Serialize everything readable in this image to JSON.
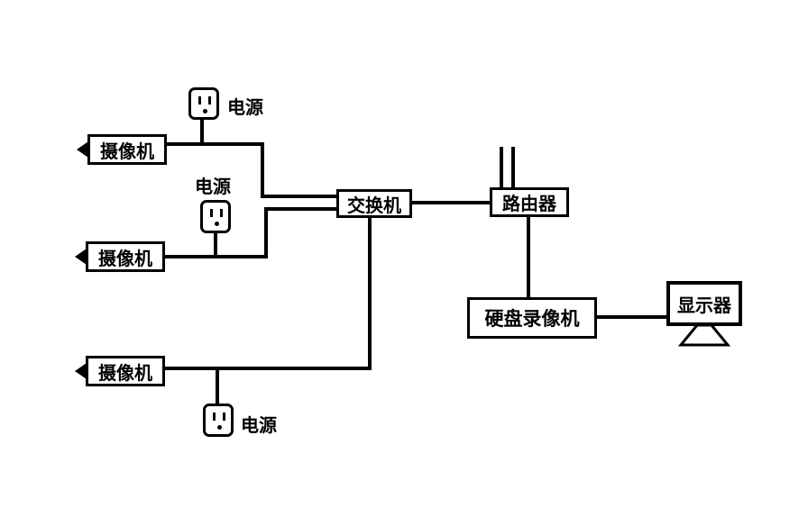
{
  "diagram": {
    "cameras": [
      {
        "label": "摄像机"
      },
      {
        "label": "摄像机"
      },
      {
        "label": "摄像机"
      }
    ],
    "power_supplies": [
      {
        "label": "电源"
      },
      {
        "label": "电源"
      },
      {
        "label": "电源"
      }
    ],
    "switch": {
      "label": "交换机"
    },
    "router": {
      "label": "路由器"
    },
    "dvr": {
      "label": "硬盘录像机"
    },
    "monitor": {
      "label": "显示器"
    }
  },
  "colors": {
    "line": "#000000",
    "background": "#ffffff"
  }
}
